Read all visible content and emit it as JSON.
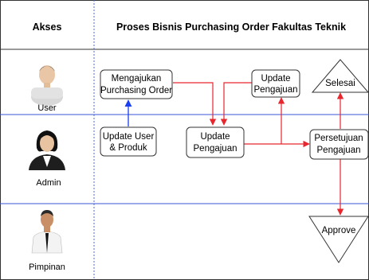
{
  "header": {
    "lane_column_title": "Akses",
    "diagram_title": "Proses Bisnis Purchasing Order Fakultas Teknik"
  },
  "lanes": [
    {
      "label": "User",
      "avatar": "male-user-avatar-icon"
    },
    {
      "label": "Admin",
      "avatar": "female-admin-avatar-icon"
    },
    {
      "label": "Pimpinan",
      "avatar": "male-manager-avatar-icon"
    }
  ],
  "nodes": {
    "mengajukan": {
      "line1": "Mengajukan",
      "line2": "Purchasing Order"
    },
    "update_pengajuan_user": {
      "line1": "Update",
      "line2": "Pengajuan"
    },
    "selesai": {
      "label": "Selesai"
    },
    "update_user_produk": {
      "line1": "Update User",
      "line2": "& Produk"
    },
    "update_pengajuan_admin": {
      "line1": "Update",
      "line2": "Pengajuan"
    },
    "persetujuan": {
      "line1": "Persetujuan",
      "line2": "Pengajuan"
    },
    "approve": {
      "label": "Approve"
    }
  },
  "colors": {
    "flow_red": "#e8262e",
    "flow_blue": "#1a3ff0",
    "lane_divider": "#3a55d8",
    "title_divider": "#4a6ad8",
    "border": "#333333"
  }
}
